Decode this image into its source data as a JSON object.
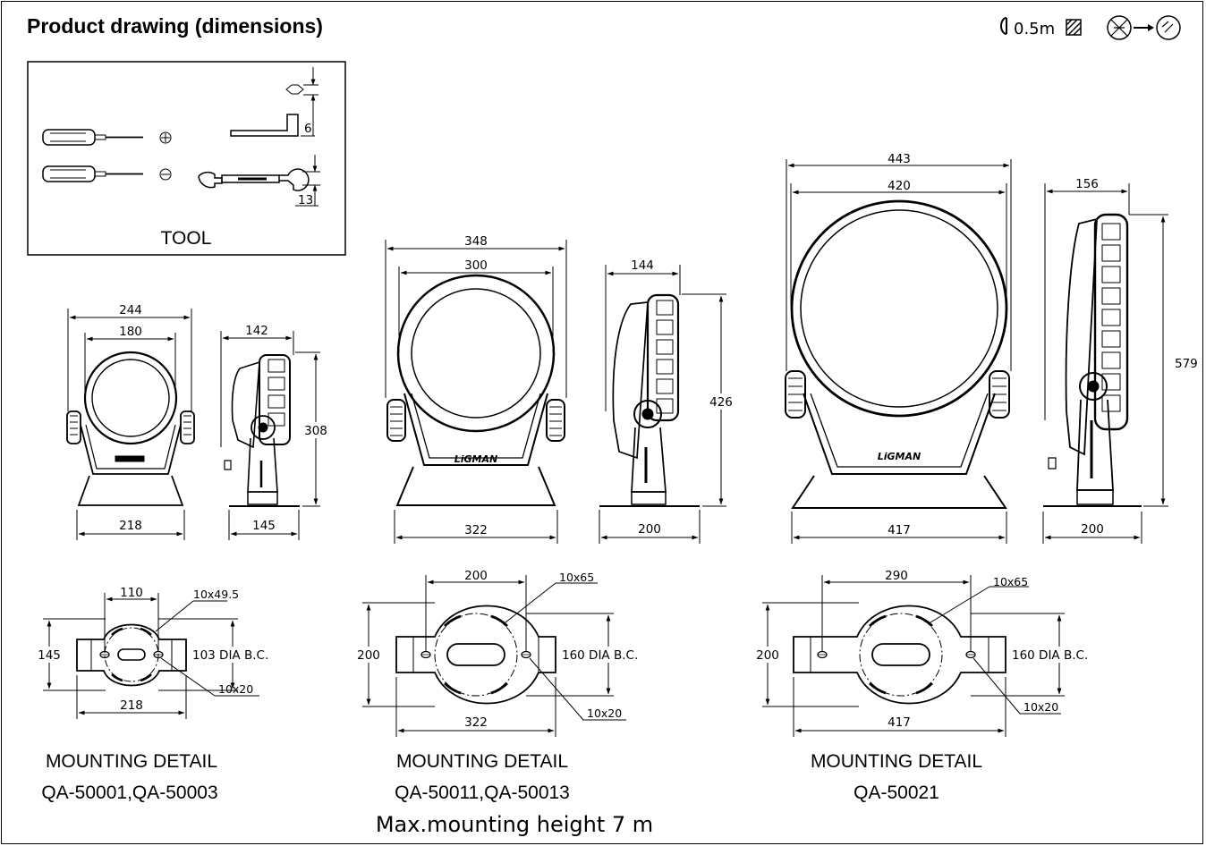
{
  "header": {
    "title": "Product drawing (dimensions)",
    "impact_marking": "0.5m",
    "icons": [
      "impact-resistance-icon",
      "glass-replace-icon"
    ]
  },
  "tool_box": {
    "label": "TOOL",
    "hex_key_size": "6",
    "wrench_size": "13"
  },
  "small_lamp": {
    "front_outer_width": "244",
    "front_inner_width": "180",
    "front_base_width": "218",
    "side_depth": "142",
    "side_base_width": "145",
    "height": "308"
  },
  "medium_lamp": {
    "front_outer_width": "348",
    "front_inner_width": "300",
    "front_base_width": "322",
    "side_depth": "144",
    "side_base_width": "200",
    "height": "426"
  },
  "large_lamp": {
    "front_outer_width": "443",
    "front_inner_width": "420",
    "front_base_width": "417",
    "side_depth": "156",
    "side_base_width": "200",
    "height": "579",
    "brand": "LiGMAN"
  },
  "mount_small": {
    "hole_spacing": "110",
    "slot": "10x49.5",
    "height": "145",
    "circle": "103 DIA B.C.",
    "hole": "10x20",
    "width": "218",
    "label": "MOUNTING DETAIL",
    "models": "QA-50001,QA-50003"
  },
  "mount_medium": {
    "hole_spacing": "200",
    "slot": "10x65",
    "height": "200",
    "circle": "160 DIA B.C.",
    "hole": "10x20",
    "width": "322",
    "label": "MOUNTING DETAIL",
    "models": "QA-50011,QA-50013"
  },
  "mount_large": {
    "hole_spacing": "290",
    "slot": "10x65",
    "height": "200",
    "circle": "160 DIA B.C.",
    "hole": "10x20",
    "width": "417",
    "label": "MOUNTING DETAIL",
    "models": "QA-50021"
  },
  "footer": {
    "max_height_note": "Max.mounting height 7 m"
  }
}
